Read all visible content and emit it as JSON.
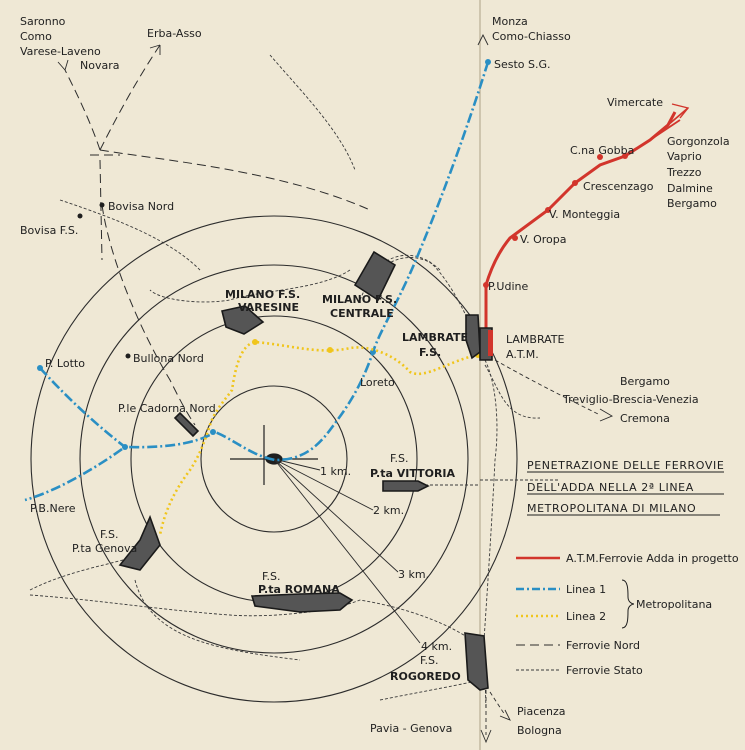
{
  "title": {
    "line1": "PENETRAZIONE DELLE FERROVIE",
    "line2": "DELL'ADDA NELLA 2ª LINEA",
    "line3": "METROPOLITANA DI MILANO"
  },
  "legend": {
    "red": "A.T.M.Ferrovie Adda in progetto",
    "linea1": "Linea 1",
    "linea2": "Linea 2",
    "metro": "Metropolitana",
    "nord": "Ferrovie Nord",
    "stato": "Ferrovie Stato"
  },
  "colors": {
    "paper": "#efe8d5",
    "red": "#d2352c",
    "blue": "#2a8fc4",
    "yellow": "#f0c51c",
    "station_fill": "#555555"
  },
  "directions": {
    "saronno": "Saronno",
    "como": "Como",
    "varese": "Varese-Laveno",
    "novara": "Novara",
    "erba": "Erba-Asso",
    "monza": "Monza",
    "chiasso": "Como-Chiasso",
    "bergamo": "Bergamo",
    "treviglio": "Treviglio-Brescia-Venezia",
    "cremona": "Cremona",
    "piacenza": "Piacenza",
    "bologna": "Bologna",
    "pavia": "Pavia - Genova"
  },
  "adda_stops": {
    "vimercate": "Vimercate",
    "gorgonzola": "Gorgonzola",
    "vaprio": "Vaprio",
    "trezzo": "Trezzo",
    "dalmine": "Dalmine",
    "bergamo": "Bergamo",
    "gobba": "C.na Gobba",
    "crescenzago": "Crescenzago",
    "monteggia": "V. Monteggia",
    "oropa": "V. Oropa",
    "udine": "P.Udine",
    "lambrate_atm_1": "LAMBRATE",
    "lambrate_atm_2": "A.T.M."
  },
  "places": {
    "sesto": "Sesto S.G.",
    "bovisa_nord": "Bovisa Nord",
    "bovisa_fs": "Bovisa F.S.",
    "bullona": "Bullona Nord",
    "lotto": "P. Lotto",
    "bnere": "P.B.Nere",
    "cadorna": "P.le Cadorna Nord",
    "loreto": "Loreto"
  },
  "stations": {
    "varesine_1": "MILANO F.S.",
    "varesine_2": "VARESINE",
    "centrale_1": "MILANO F.S.",
    "centrale_2": "CENTRALE",
    "lambrate_fs_1": "LAMBRATE",
    "lambrate_fs_2": "F.S.",
    "vittoria_1": "F.S.",
    "vittoria_2": "P.ta VITTORIA",
    "genova_1": "F.S.",
    "genova_2": "P.ta Genova",
    "romana_1": "F.S.",
    "romana_2": "P.ta ROMANA",
    "rogoredo_1": "F.S.",
    "rogoredo_2": "ROGOREDO"
  },
  "rings": {
    "r1": "1 km.",
    "r2": "2 km.",
    "r3": "3 km.",
    "r4": "4 km."
  }
}
